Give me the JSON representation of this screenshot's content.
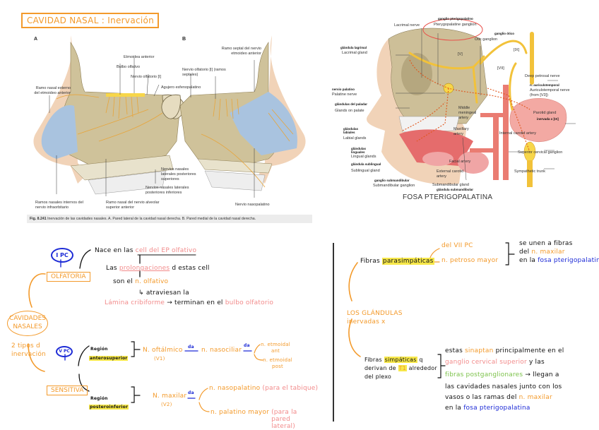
{
  "header": {
    "title": "CAVIDAD NASAL : Inervación"
  },
  "figure_left": {
    "panel_a_letter": "A",
    "panel_b_letter": "B",
    "labels_a": [
      "Etmoidea anterior",
      "Bulbo olfativo",
      "Nervio olfatorio [I]",
      "Agujero esfenopalatino",
      "Ramo nasal externo del etmoideo anterior",
      "Nervios nasales laterales posteriores superiores",
      "Nervios nasales laterales posteriores inferiores",
      "Ramos nasales internos del nervio infraorbitario",
      "Ramo nasal del nervio alveolar superior anterior"
    ],
    "labels_b": [
      "Ramo septal del nervio etmoideo anterior",
      "Nervio olfatorio [I] (ramos septales)",
      "Nervio nasopalatino"
    ],
    "caption_prefix": "Fig. 8.241",
    "caption": "Inervación de las cavidades nasales. A. Pared lateral de la cavidad nasal derecha. B. Pared medial de la cavidad nasal derecha."
  },
  "figure_right": {
    "circled_label_annotation": "ganglio pterigopalatino",
    "circled_label": "Pterygopalatine ganglion",
    "labels": {
      "lacrimal_nerve": "Lacrimal nerve",
      "otic_ganglion": "Otic ganglion",
      "otic_annotation": "ganglio ótico",
      "lacrimal_gland": "Lacrimal gland",
      "lacrimal_gland_annotation": "glándula lagrimal",
      "cn_v": "[V]",
      "cn_vii": "[VII]",
      "cn_ix": "[IX]",
      "deep_petrosal": "Deep petrosal nerve",
      "auriculotemporal_annotation": "n. auriculotemporal",
      "auriculotemporal": "Auriculotemporal nerve (from [V3])",
      "palatine_nerve_annotation": "nervio palatino",
      "palatine_nerve": "Palatine nerve",
      "glands_palate_annotation": "glándulas del paladar",
      "glands_palate": "Glands on palate",
      "middle_meningeal": "Middle meningeal artery",
      "parotid_gland": "Parotid gland",
      "parotid_annotation": "inervada x [IX]",
      "labial_annotation": "glándulas labiales",
      "labial_glands": "Labial glands",
      "maxillary_artery": "Maxillary artery",
      "internal_carotid": "Internal carotid artery",
      "lingual_annotation": "glándulas linguales",
      "lingual_glands": "Lingual glands",
      "sublingual_annotation": "glándula sublingual",
      "sublingual_gland": "Sublingual gland",
      "facial_artery": "Facial artery",
      "superior_cervical": "Superior cervical ganglion",
      "external_carotid": "External carotid artery",
      "sympathetic_trunk": "Sympathetic trunk",
      "submandibular_ganglion_annotation": "ganglio submandibular",
      "submandibular_ganglion": "Submandibular ganglion",
      "submandibular_gland": "Submandibular gland",
      "submandibular_gland_annotation": "glándula submandibular"
    },
    "title": "FOSA PTERIGOPALATINA"
  },
  "notes_left": {
    "ipc_top": "I PC",
    "olfatoria": "OLFATORIA",
    "nace_prefix": "Nace en las",
    "nace_highlight": "cell del EP olfativo",
    "las": "Las",
    "prolongaciones": "prolongaciones",
    "de_estas": "d estas cell",
    "son_el": "son el",
    "n_olfativo": "n. olfativo",
    "atraviesan": "atraviesan la",
    "lamina": "Lámina cribiforme",
    "terminan": "→ terminan en el",
    "bulbo": "bulbo olfatorio",
    "cavidades": "CAVIDADES NASALES",
    "dos_tipos": "2 tipos d inervación",
    "vpc": "V PC",
    "sensitiva": "SENSITIVA",
    "region1_label": "Región",
    "region1": "anterosuperior",
    "region2_label": "Región",
    "region2": "posteroinferior",
    "n_oftalmico": "N. oftálmico",
    "v1": "(V1)",
    "da1": "da",
    "n_nasociliar": "n. nasociliar",
    "da2": "da",
    "etmoidal_ant": "n. etmoidal ant",
    "etmoidal_post": "n. etmoidal post",
    "n_maxilar": "N. maxilar",
    "v2": "(V2)",
    "da3": "da",
    "nasopalatino": "n. nasopalatino",
    "nasopalatino_note": "(para el tabique)",
    "palatino_mayor": "n. palatino mayor",
    "palatino_note": "(para la pared lateral)"
  },
  "notes_right": {
    "fibras_para_prefix": "Fibras",
    "fibras_para": "parasimpáticas",
    "del_vii": "del VII PC",
    "petroso": "n. petroso mayor",
    "se_unen": "se unen a fibras",
    "del": "del",
    "n_maxilar": "n. maxilar",
    "en_la": "en la",
    "fosa": "fosa pterigopalatina",
    "glandulas": "LOS GLÁNDULAS inervadas x",
    "fibras_simp_prefix": "Fibras",
    "fibras_simp": "simpáticas",
    "q_derivan": "q derivan de",
    "t1": "T1",
    "alrededor": "alrededor del plexo",
    "estas": "estas",
    "sinaptan": "sinaptan",
    "principalmente": "principalmente en el",
    "ganglio": "ganglio cervical superior",
    "y_las": "y las",
    "postganglionares": "fibras postganglionares",
    "llegan": "→ llegan a",
    "line2": "las cavidades nasales junto con los",
    "line3": "vasos o las ramas del",
    "n_maxilar2": "n. maxilar",
    "en_la2": "en la",
    "fosa2": "fosa pterigopalatina"
  },
  "colors": {
    "accent_orange": "#f39a2b",
    "pink": "#f28b8b",
    "blue": "#1d2bd6",
    "green": "#7cc24a",
    "highlight_yellow": "#f7e84a",
    "nerve_yellow": "#f2c23a",
    "bone": "#cfc29a",
    "mucosa_blue": "#a9c3df"
  }
}
